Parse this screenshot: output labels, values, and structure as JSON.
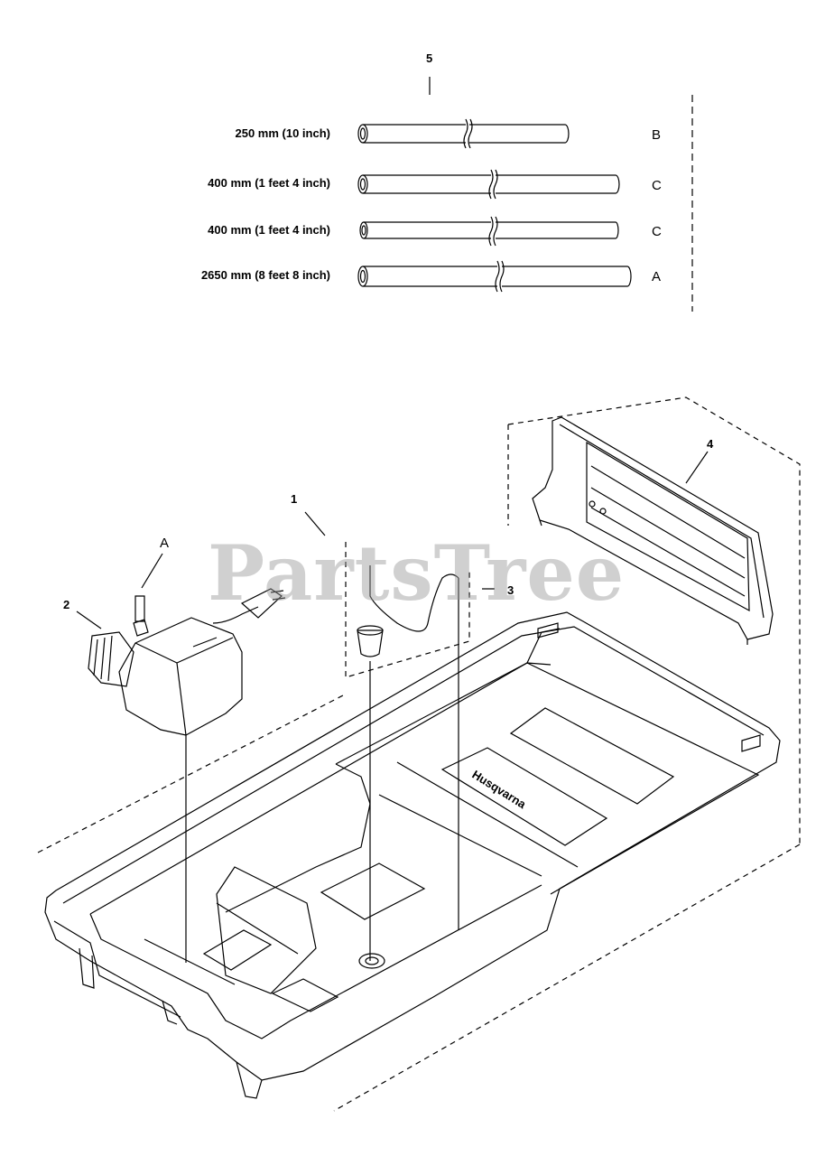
{
  "hoses": [
    {
      "length_label": "250 mm (10 inch)",
      "code": "B"
    },
    {
      "length_label": "400 mm (1 feet 4 inch)",
      "code": "C"
    },
    {
      "length_label": "400 mm (1 feet 4 inch)",
      "code": "C"
    },
    {
      "length_label": "2650 mm (8 feet 8 inch)",
      "code": "A"
    }
  ],
  "callouts": {
    "hose_set": "5",
    "tray": "1",
    "pump": "2",
    "drain_plug_wire": "3",
    "splash_guard": "4",
    "pump_outlet_connection": "A"
  },
  "watermark": "PartsTree",
  "brand_mark": "Husqvarna"
}
